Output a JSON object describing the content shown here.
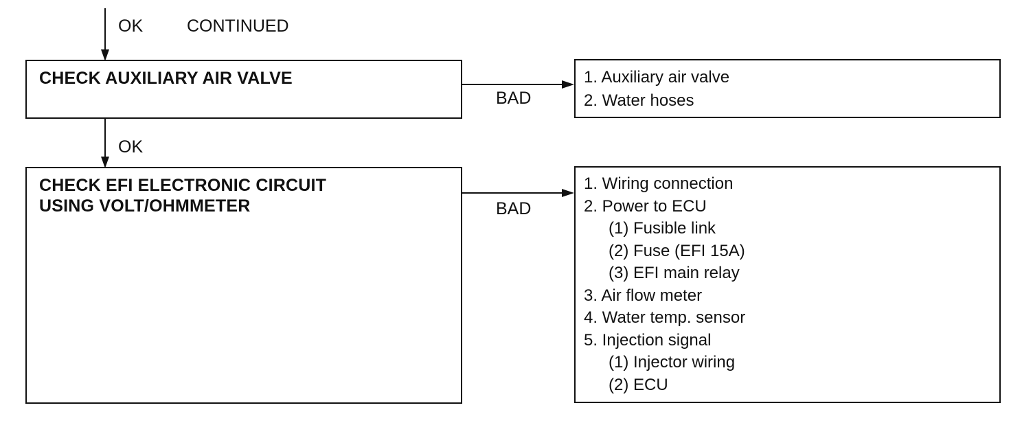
{
  "continuation": {
    "ok_label": "OK",
    "continued_label": "CONTINUED"
  },
  "steps": [
    {
      "title_lines": [
        "CHECK AUXILIARY AIR VALVE"
      ],
      "fail_label": "BAD",
      "causes": [
        {
          "text": "1. Auxiliary air valve",
          "level": 0
        },
        {
          "text": "2. Water hoses",
          "level": 0
        }
      ]
    },
    {
      "title_lines": [
        "CHECK EFI ELECTRONIC CIRCUIT",
        "USING VOLT/OHMMETER"
      ],
      "fail_label": "BAD",
      "causes": [
        {
          "text": "1. Wiring connection",
          "level": 0
        },
        {
          "text": "2. Power to ECU",
          "level": 0
        },
        {
          "text": "(1) Fusible link",
          "level": 1
        },
        {
          "text": "(2) Fuse (EFI 15A)",
          "level": 1
        },
        {
          "text": "(3) EFI main relay",
          "level": 1
        },
        {
          "text": "3. Air flow meter",
          "level": 0
        },
        {
          "text": "4. Water temp. sensor",
          "level": 0
        },
        {
          "text": "5. Injection signal",
          "level": 0
        },
        {
          "text": "(1) Injector wiring",
          "level": 1
        },
        {
          "text": "(2) ECU",
          "level": 1
        }
      ]
    }
  ],
  "between_steps_label": "OK"
}
